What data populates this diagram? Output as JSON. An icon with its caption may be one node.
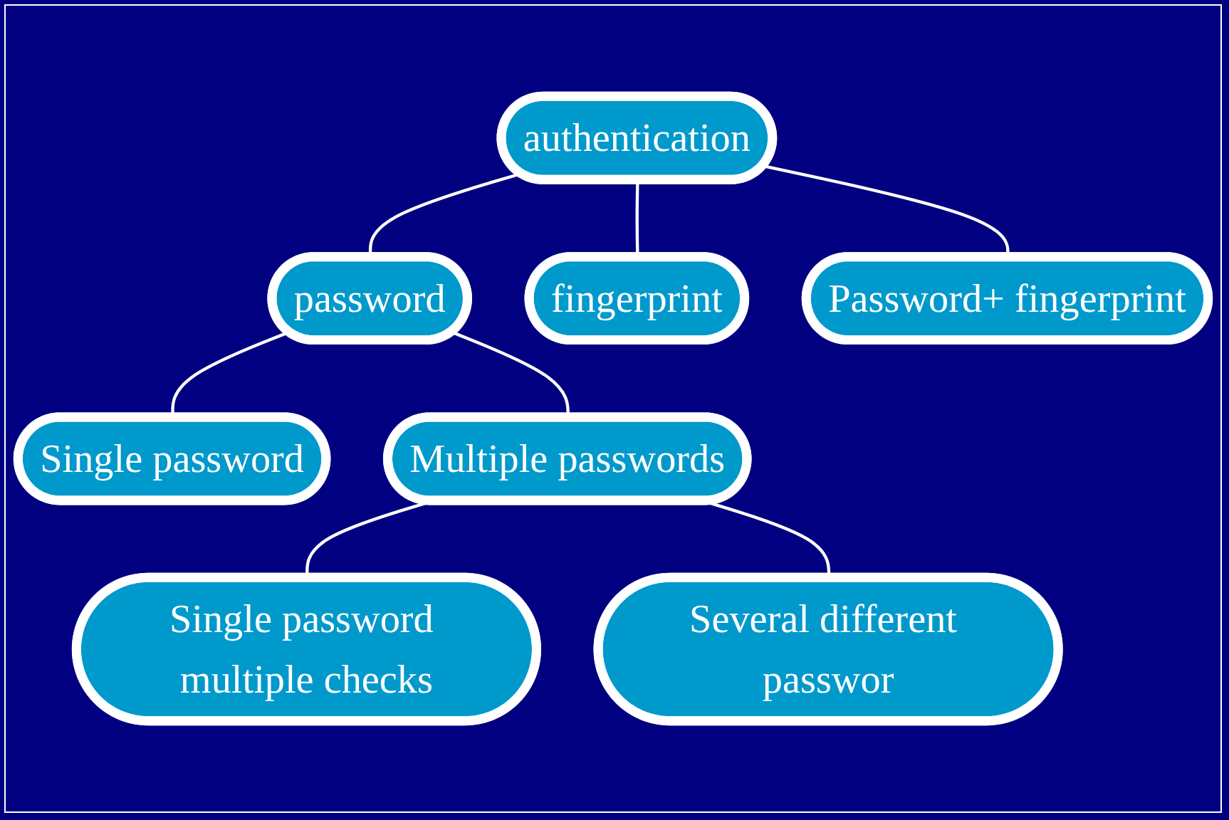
{
  "diagram": {
    "nodes": [
      {
        "text": [
          "authentication"
        ]
      },
      {
        "text": [
          "password"
        ]
      },
      {
        "text": [
          "fingerprint"
        ]
      },
      {
        "text": [
          "Password+ fingerprint"
        ]
      },
      {
        "text": [
          "Single password"
        ]
      },
      {
        "text": [
          "Multiple passwords"
        ]
      },
      {
        "text": [
          "Single password multiple checks"
        ]
      },
      {
        "text": [
          "Several different passwor"
        ]
      }
    ],
    "edges": [
      {
        "from": 0,
        "to": 1,
        "arrow": "none"
      },
      {
        "from": 0,
        "to": 2,
        "arrow": "none"
      },
      {
        "from": 0,
        "to": 3,
        "arrow": "none"
      },
      {
        "from": 1,
        "to": 4,
        "arrow": "none"
      },
      {
        "from": 1,
        "to": 5,
        "arrow": "none"
      },
      {
        "from": 5,
        "to": 6,
        "arrow": "none"
      },
      {
        "from": 5,
        "to": 7,
        "arrow": "none"
      }
    ]
  }
}
